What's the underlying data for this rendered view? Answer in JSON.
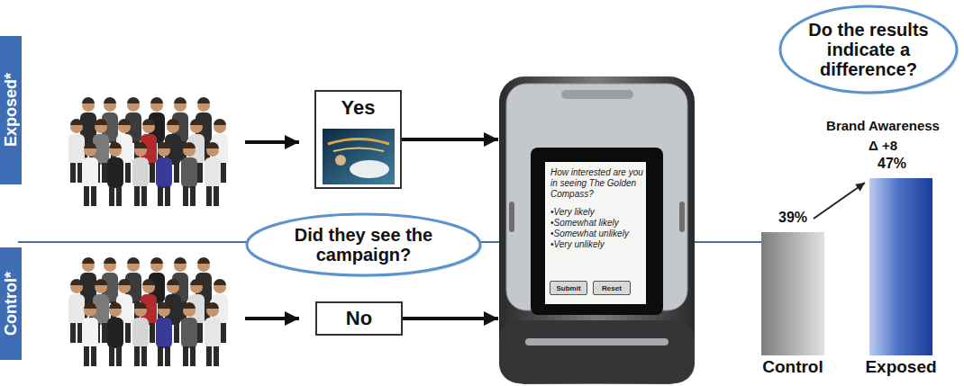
{
  "diagram": {
    "nodes": [
      {
        "text": [
          "Exposed*"
        ]
      },
      {
        "text": [
          "Control*"
        ]
      },
      {
        "text": [
          "Yes"
        ]
      },
      {
        "text": [
          "No"
        ]
      },
      {
        "text": [
          "Did they see the campaign?"
        ]
      },
      {
        "text": [
          "How interested are you in seeing The Golden Compass?",
          "•Very likely",
          "•Somewhat likely",
          "•Somewhat unlikely",
          "•Very unlikely"
        ]
      },
      {
        "text": [
          "Submit"
        ],
        "in": 5
      },
      {
        "text": [
          "Reset"
        ],
        "in": 5
      },
      {
        "text": [
          "Do the results indicate a difference?"
        ]
      }
    ],
    "edges": [
      {
        "from": 2,
        "to": 5,
        "arrow": "to"
      },
      {
        "from": 3,
        "to": 5,
        "arrow": "to"
      }
    ],
    "labels": [
      "Brand Awareness",
      "Δ +8",
      "39%",
      "47%",
      "Control",
      "Exposed"
    ]
  }
}
